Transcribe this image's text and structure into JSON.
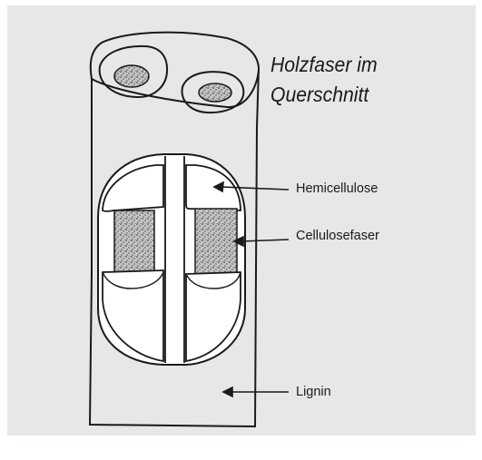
{
  "title_line1": "Holzfaser im",
  "title_line2": "Querschnitt",
  "labels": {
    "hemicellulose": "Hemicellulose",
    "cellulosefaser": "Cellulosefaser",
    "lignin": "Lignin"
  },
  "colors": {
    "background": "#e6e7e8",
    "ink": "#1a1a1a",
    "stipple": "#bdbdbd"
  }
}
